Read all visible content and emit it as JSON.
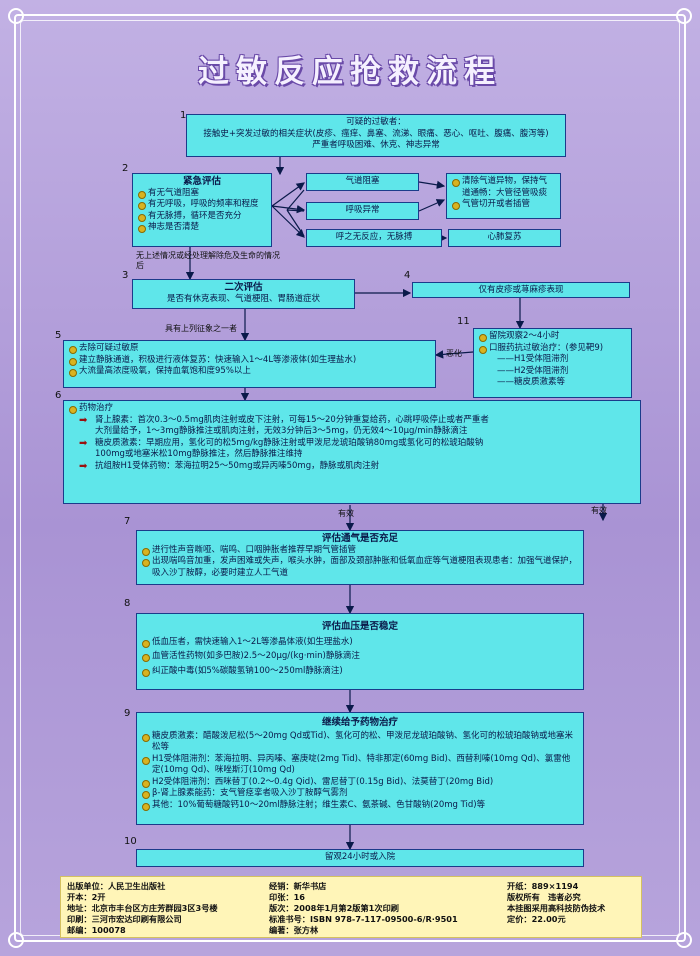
{
  "title": "过敏反应抢救流程",
  "step_numbers": [
    "1",
    "2",
    "3",
    "4",
    "5",
    "6",
    "7",
    "8",
    "9",
    "10",
    "11"
  ],
  "box1": {
    "title": "可疑的过敏者：",
    "line1": "接触史+突发过敏的相关症状(皮疹、瘙痒、鼻塞、流涕、眼痛、恶心、呕吐、腹痛、腹泻等)",
    "line2": "严重者呼吸困难、休克、神志异常"
  },
  "box2": {
    "title": "紧急评估",
    "items": [
      "有无气道阻塞",
      "有无呼吸，呼吸的频率和程度",
      "有无脉搏，循环是否充分",
      "神志是否清楚"
    ]
  },
  "mid": {
    "airway": "气道阻塞",
    "breath": "呼吸异常",
    "nopulse": "呼之无反应，无脉搏"
  },
  "right": {
    "clear": "清除气道异物，保持气道通畅：大管径管吸痰",
    "cut": "气管切开或者插管",
    "cpr": "心肺复苏"
  },
  "label_no_danger": "无上述情况或经处理解除危及生命的情况后",
  "box3": {
    "title": "二次评估",
    "text": "是否有休克表现、气道梗阻、胃肠道症状"
  },
  "box4": "仅有皮疹或荨麻疹表现",
  "label_one": "具有上列征象之一者",
  "box11": {
    "items": [
      "留院观察2～4小时",
      "口服药抗过敏治疗：(参见靶9)"
    ],
    "sub": [
      "——H1受体阻滞剂",
      "——H2受体阻滞剂",
      "——糖皮质激素等"
    ]
  },
  "label_worse": "恶化",
  "box5": {
    "items": [
      "去除可疑过敏原",
      "建立静脉通道，积极进行液体复苏：快速输入1～4L等渗液体(如生理盐水)",
      "大流量高浓度吸氧，保持血氧饱和度95%以上"
    ]
  },
  "box6": {
    "title": "药物治疗",
    "adr": "肾上腺素：首次0.3～0.5mg肌肉注射或皮下注射，可每15～20分钟重复给药，心跳呼吸停止或者严重者大剂量给予，1～3mg静脉推注或肌肉注射，无效3分钟后3～5mg，仍无效4～10μg/min静脉滴注",
    "ster": "糖皮质激素：早期应用，氢化可的松5mg/kg静脉注射或甲泼尼龙琥珀酸钠80mg或氢化可的松琥珀酸钠100mg或地塞米松10mg静脉推注，然后静脉推注维持",
    "anti": "抗组胺H1受体药物：苯海拉明25～50mg或异丙嗪50mg，静脉或肌肉注射"
  },
  "label_eff": "有效",
  "box7": {
    "title": "评估通气是否充足",
    "items": [
      "进行性声音嘶哑、喘鸣、口咽肿胀者推荐早期气管插管",
      "出现喘鸣音加重，发声困难或失声，喉头水肿，面部及颈部肿胀和低氧血症等气道梗阻表现患者：加强气道保护，吸入沙丁胺醇，必要时建立人工气道"
    ]
  },
  "box8": {
    "title": "评估血压是否稳定",
    "items": [
      "低血压者，需快速输入1～2L等渗晶体液(如生理盐水)",
      "血管活性药物(如多巴胺)2.5～20μg/(kg·min)静脉滴注",
      "纠正酸中毒(如5%碳酸氢钠100～250ml静脉滴注)"
    ]
  },
  "box9": {
    "title": "继续给予药物治疗",
    "items": [
      "糖皮质激素：醋酸泼尼松(5～20mg Qd或Tid)、氢化可的松、甲泼尼龙琥珀酸钠、氢化可的松琥珀酸钠或地塞米松等",
      "H1受体阻滞剂：苯海拉明、异丙嗪、塞庚啶(2mg Tid)、特非那定(60mg Bid)、西替利嗪(10mg Qd)、氯雷他定(10mg Qd)、咪唑斯汀(10mg Qd)",
      "H2受体阻滞剂：西咪替丁(0.2～0.4g Qid)、雷尼替丁(0.15g Bid)、法莫替丁(20mg Bid)",
      "β-肾上腺素能药：支气管痉挛者吸入沙丁胺醇气雾剂",
      "其他：10%葡萄糖酸钙10～20ml静脉注射；维生素C、氨茶碱、色甘酸钠(20mg Tid)等"
    ]
  },
  "box10": "留观24小时或入院",
  "footer": {
    "publisher": "出版单位：人民卫生出版社",
    "format": "开本：2开",
    "address": "地址：北京市丰台区方庄芳群园3区3号楼",
    "printer": "印刷：三河市宏达印刷有限公司",
    "postcode": "邮编：100078",
    "dist": "经销：新华书店",
    "sheets": "印张：16",
    "edition": "版次：2008年1月第2版第1次印刷",
    "isbn": "标准书号：ISBN 978-7-117-09500-6/R·9501",
    "editor": "编著：张方林",
    "size": "开纸：889×1194",
    "rights": "版权所有　违者必究",
    "anti": "本挂图采用高科技防伪技术",
    "price": "定价：22.00元"
  }
}
